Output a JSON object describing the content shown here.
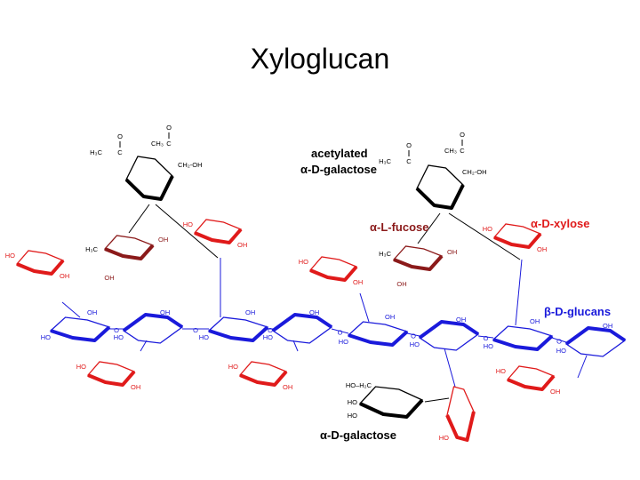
{
  "title": "Xyloglucan",
  "labels": {
    "acetylated_line1": "acetylated",
    "acetylated_line2": "α-D-galactose",
    "fucose": "α-L-fucose",
    "xylose": "α-D-xylose",
    "glucans": "β-D-glucans",
    "galactose": "α-D-galactose"
  },
  "atoms": {
    "oh": "OH",
    "ho": "HO",
    "o": "O",
    "ch2oh": "CH₂-OH",
    "h3c": "H₃C",
    "ho_h2c": "HO–H₂C",
    "acetyl_methyl_left": "H₃C",
    "acetyl_methyl_right": "CH₃",
    "acetyl_c": "C",
    "acetyl_o": "O"
  },
  "colors": {
    "glucan": "#1a1adb",
    "xylose": "#e01a1a",
    "fucose": "#8b1a1a",
    "galactose": "#000000"
  }
}
